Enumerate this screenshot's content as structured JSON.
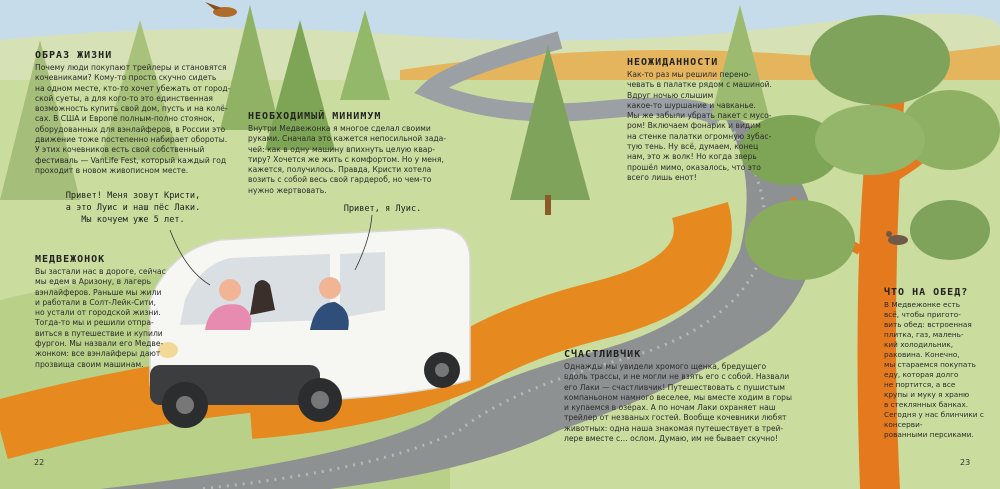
{
  "page_left_number": "22",
  "page_right_number": "23",
  "sections": {
    "lifestyle": {
      "heading": "Образ жизни",
      "text": "Почему люди покупают трейлеры и становятся\nкочевниками? Кому-то просто скучно сидеть\nна одном месте, кто-то хочет убежать от город-\nской суеты, а для кого-то это единственная\nвозможность купить свой дом, пусть и на колё-\nсах. В США и Европе полным-полно стоянок,\nоборудованных для вэнлайферов, в России это\nдвижение тоже постепенно набирает обороты.\nУ этих кочевников есть свой собственный\nфестиваль — VanLife Fest, который каждый год\nпроходит в новом живописном месте."
    },
    "minimum": {
      "heading": "Необходимый минимум",
      "text": "Внутри Медвежонка я многое сделал своими\nруками. Сначала это кажется непосильной зада-\nчей: как в одну машину впихнуть целую квар-\nтиру? Хочется же жить с комфортом. Но у меня,\nкажется, получилось. Правда, Кристи хотела\nвозить с собой весь свой гардероб, но чем-то\nнужно жертвовать."
    },
    "surprises": {
      "heading": "Неожиданности",
      "text": "Как-то раз мы решили перено-\nчевать в палатке рядом с машиной.\nВдруг ночью слышим\nкакое-то шуршание и чавканье.\nМы же забыли убрать пакет с мусо-\nром! Включаем фонарик и видим\nна стенке палатки огромную зубас-\nтую тень. Ну всё, думаем, конец\nнам, это ж волк! Но когда зверь\nпрошёл мимо, оказалось, что это\nвсего лишь енот!"
    },
    "bear": {
      "heading": "Медвежонок",
      "text": "Вы застали нас в дороге, сейчас\nмы едем в Аризону, в лагерь\nвэнлайферов. Раньше мы жили\nи работали в Солт-Лейк-Сити,\nно устали от городской жизни.\nТогда-то мы и решили отпра-\nвиться в путешествие и купили\nфургон. Мы назвали его Медве-\nжонком: все вэнлайферы дают\nпрозвища своим машинам."
    },
    "lucky": {
      "heading": "Счастливчик",
      "text": "Однажды мы увидели хромого щенка, бредущего\nвдоль трассы, и не могли не взять его с собой. Назвали\nего Лаки — счастливчик! Путешествовать с пушистым\nкомпаньоном намного веселее, мы вместе ходим в горы\nи купаемся в озёрах. А по ночам Лаки охраняет наш\nтрейлер от незваных гостей. Вообще кочевники любят\nживотных: одна наша знакомая путешествует в трей-\nлере вместе с… ослом. Думаю, им не бывает скучно!"
    },
    "lunch": {
      "heading": "Что на обед?",
      "text": "В Медвежонке есть\nвсё, чтобы пригото-\nвить обед: встроенная\nплитка, газ, малень-\nкий холодильник,\nраковина. Конечно,\nмы стараемся покупать\nеду, которая долго\nне портится, а все\nкрупы и муку я храню\nв стеклянных банках.\nСегодня у нас блинчики с консерви-\nрованными персиками."
    }
  },
  "speech": {
    "kristi": "Привет! Меня зовут Кристи,\nа это Луис и наш пёс Лаки.\nМы кочуем уже 5 лет.",
    "luis": "Привет, я Луис."
  },
  "colors": {
    "sky": "#bfd8e6",
    "meadow": "#c9dc9c",
    "road": "#8c8f90",
    "road_edge": "#e68a1f",
    "tree": "#7fa35a",
    "trunk": "#e5791d",
    "van": "#f7f7f5"
  }
}
